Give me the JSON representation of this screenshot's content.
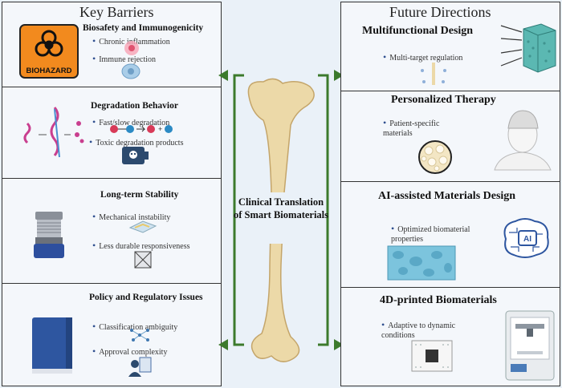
{
  "left": {
    "title": "Key Barriers",
    "sections": [
      {
        "title": "Biosafety and Immunogenicity",
        "bullets": [
          "Chronic inflammation",
          "Immune rejection"
        ]
      },
      {
        "title": "Degradation Behavior",
        "bullets": [
          "Fast/slow degradation",
          "Toxic degradation products"
        ]
      },
      {
        "title": "Long-term Stability",
        "bullets": [
          "Mechanical instability",
          "Less durable responsiveness"
        ]
      },
      {
        "title": "Policy and Regulatory Issues",
        "bullets": [
          "Classification ambiguity",
          "Approval complexity"
        ]
      }
    ],
    "biohazard_label": "BIOHAZARD"
  },
  "center": {
    "line1": "Clinical Translation",
    "line2": "of Smart Biomaterials"
  },
  "right": {
    "title": "Future Directions",
    "sections": [
      {
        "title": "Multifunctional Design",
        "bullets": [
          "Multi-target regulation"
        ]
      },
      {
        "title": "Personalized Therapy",
        "bullets": [
          "Patient-specific materials"
        ]
      },
      {
        "title": "AI-assisted Materials Design",
        "bullets": [
          "Optimized biomaterial properties"
        ]
      },
      {
        "title": "4D-printed Biomaterials",
        "bullets": [
          "Adaptive to dynamic conditions"
        ]
      }
    ],
    "ai_label": "AI"
  },
  "colors": {
    "arrow": "#3c7a2c",
    "bone": "#ecd9a8",
    "accent_bullet": "#2f4f8f"
  }
}
